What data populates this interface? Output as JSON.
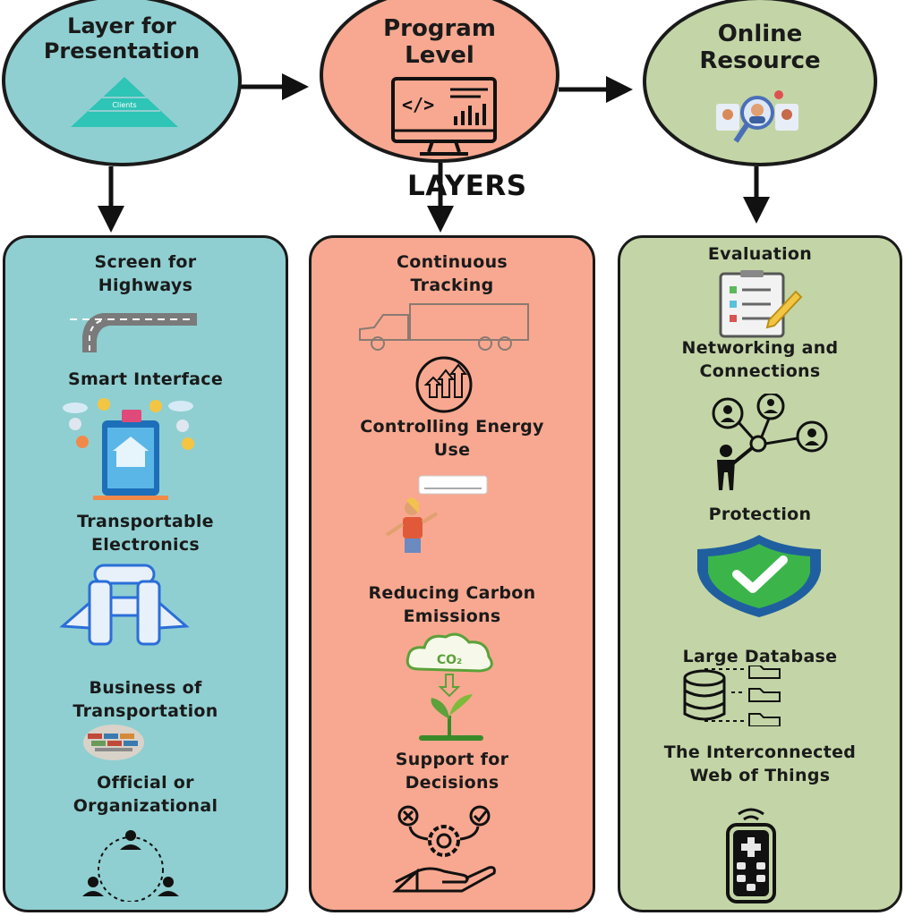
{
  "top_layers": {
    "presentation": {
      "title": "Layer for\nPresentation",
      "icon_label": "Clients"
    },
    "program": {
      "title": "Program\nLevel"
    },
    "online": {
      "title": "Online\nResource"
    }
  },
  "center_title": "LAYERS",
  "columns": {
    "left": [
      "Screen for\nHighways",
      "Smart Interface",
      "Transportable\nElectronics",
      "Business of\nTransportation",
      "Official or\nOrganizational"
    ],
    "middle": [
      "Continuous\nTracking",
      "Controlling Energy\nUse",
      "Reducing Carbon\nEmissions",
      "Support for\nDecisions"
    ],
    "right": [
      "Evaluation",
      "Networking and\nConnections",
      "Protection",
      "Large Database",
      "The Interconnected\nWeb of Things"
    ]
  },
  "icon_texts": {
    "co2": "CO₂"
  },
  "colors": {
    "presentation": "#8fcfd1",
    "program": "#f8a890",
    "online": "#c3d5a6",
    "arrow": "#111111"
  }
}
